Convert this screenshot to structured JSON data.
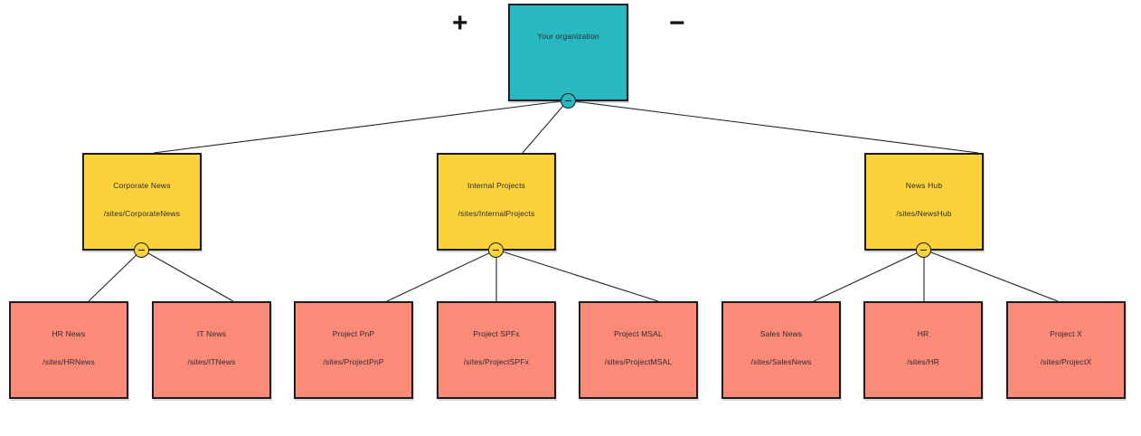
{
  "diagram": {
    "type": "site-hierarchy-tree",
    "background": "#ffffff",
    "colors": {
      "root_fill": "#28b8c0",
      "level1_fill": "#fcd23b",
      "level2_fill": "#fb8a78",
      "border": "#1b1b24",
      "text": "#2a2a33",
      "edge": "#24242c"
    }
  },
  "controls": {
    "zoom_in": {
      "label": "+",
      "icon": "plus-icon"
    },
    "zoom_out": {
      "label": "−",
      "icon": "minus-icon"
    }
  },
  "root": {
    "title": "Your organization",
    "url": "",
    "toggle": {
      "state": "expanded",
      "glyph": "−",
      "icon": "collapse-minus-icon"
    }
  },
  "level1": [
    {
      "title": "Corporate News",
      "url": "/sites/CorporateNews",
      "toggle": {
        "state": "expanded",
        "glyph": "−",
        "icon": "collapse-minus-icon"
      }
    },
    {
      "title": "Internal Projects",
      "url": "/sites/InternalProjects",
      "toggle": {
        "state": "expanded",
        "glyph": "−",
        "icon": "collapse-minus-icon"
      }
    },
    {
      "title": "News Hub",
      "url": "/sites/NewsHub",
      "toggle": {
        "state": "expanded",
        "glyph": "−",
        "icon": "collapse-minus-icon"
      }
    }
  ],
  "level2": [
    {
      "title": "HR News",
      "url": "/sites/HRNews",
      "parent": "Corporate News"
    },
    {
      "title": "IT News",
      "url": "/sites/ITNews",
      "parent": "Corporate News"
    },
    {
      "title": "Project PnP",
      "url": "/sites/ProjectPnP",
      "parent": "Internal Projects"
    },
    {
      "title": "Project SPFx",
      "url": "/sites/ProjectSPFx",
      "parent": "Internal Projects"
    },
    {
      "title": "Project MSAL",
      "url": "/sites/ProjectMSAL",
      "parent": "Internal Projects"
    },
    {
      "title": "Sales News",
      "url": "/sites/SalesNews",
      "parent": "News Hub"
    },
    {
      "title": "HR",
      "url": "/sites/HR",
      "parent": "News Hub"
    },
    {
      "title": "Project X",
      "url": "/sites/ProjectX",
      "parent": "News Hub"
    }
  ]
}
